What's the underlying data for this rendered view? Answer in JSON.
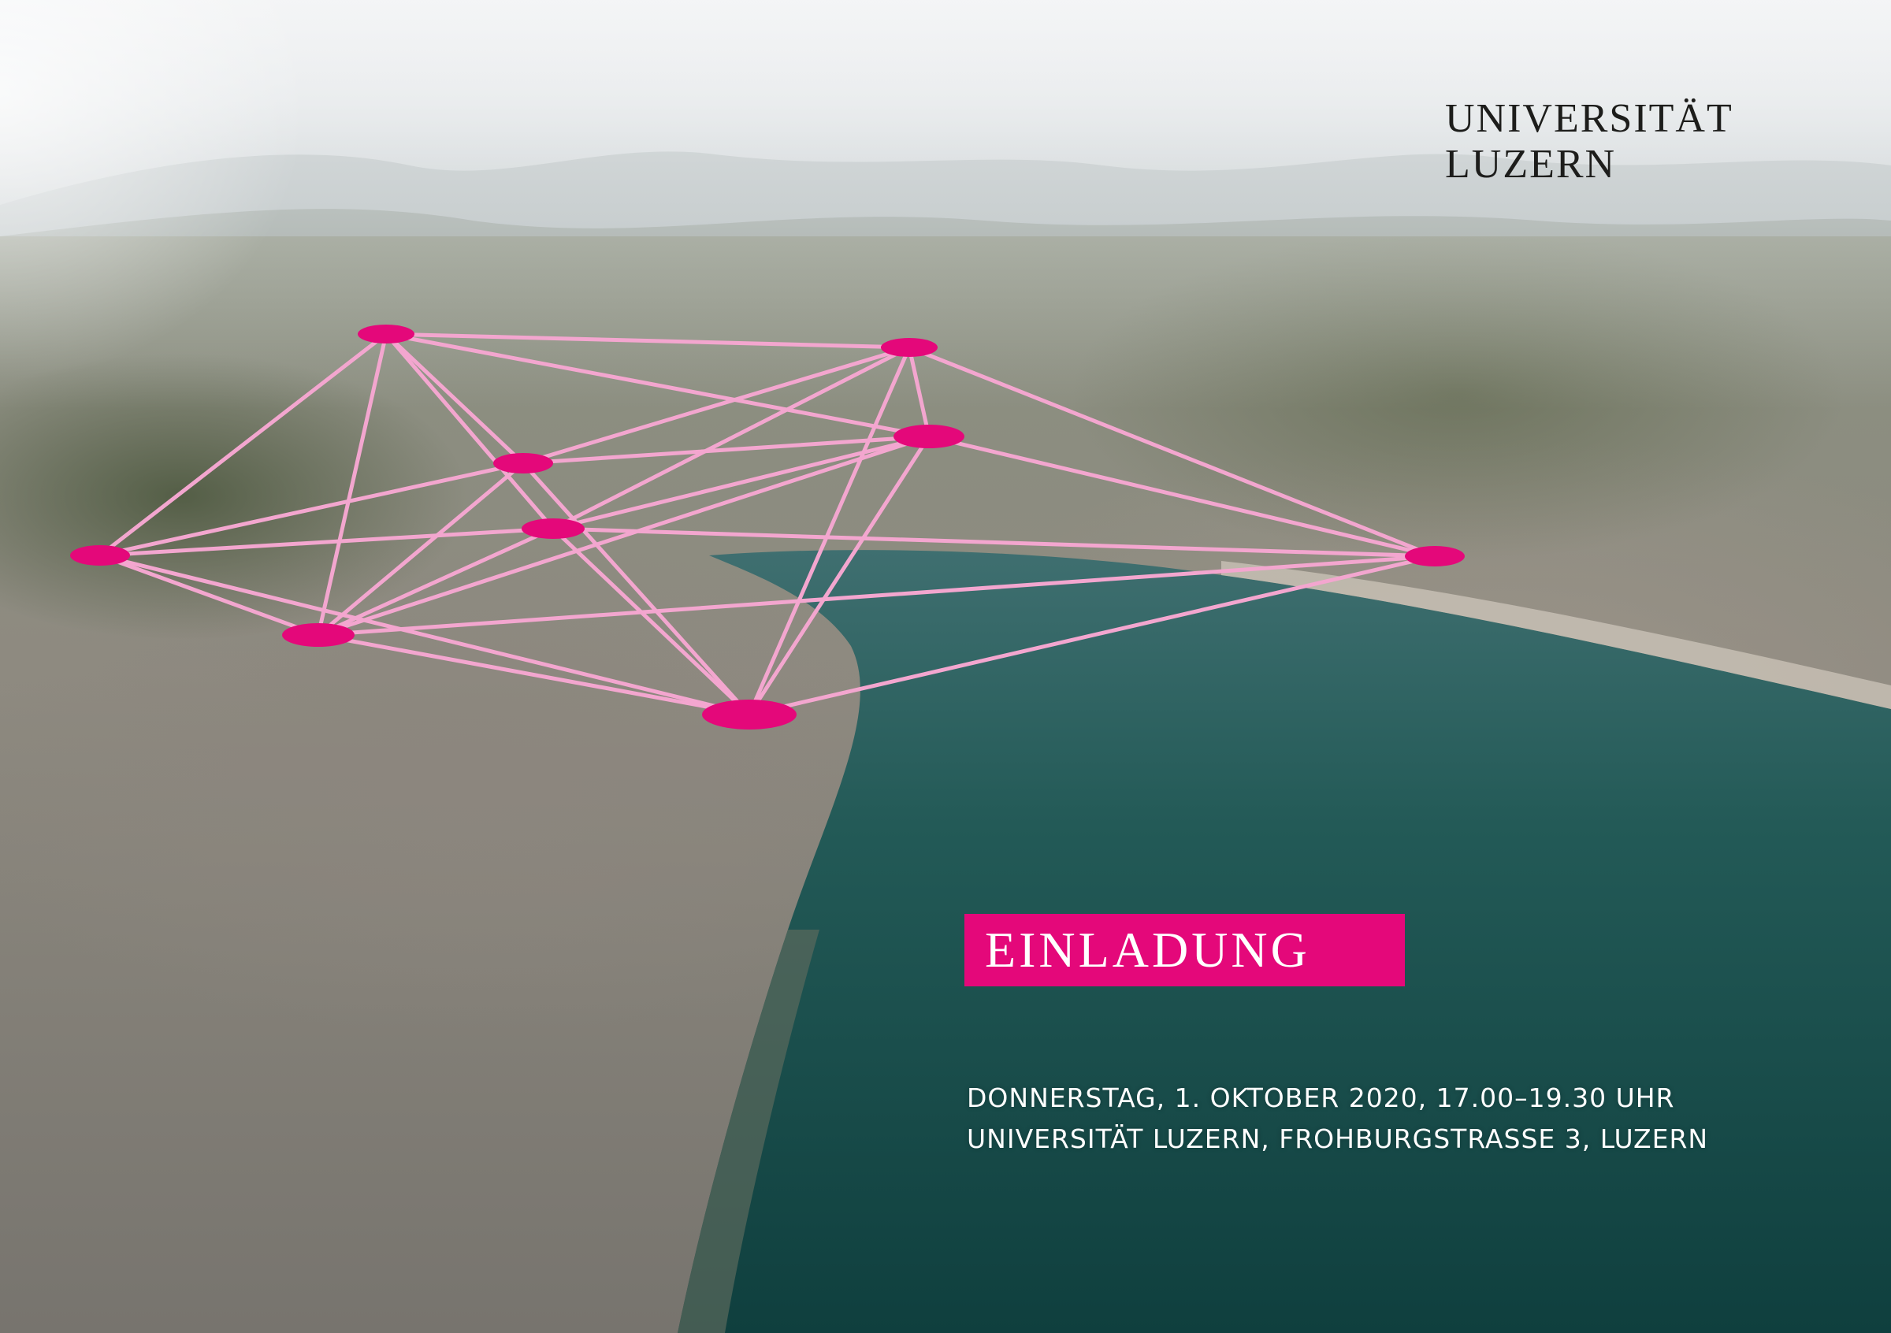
{
  "logo": {
    "line1": "UNIVERSITÄT",
    "line2": "LUZERN"
  },
  "badge": {
    "label": "EINLADUNG"
  },
  "event": {
    "datetime": "DONNERSTAG, 1. OKTOBER 2020, 17.00–19.30 UHR",
    "location": "UNIVERSITÄT LUZERN, FROHBURGSTRASSE 3, LUZERN"
  },
  "colors": {
    "accent": "#e4087a",
    "node": "#e4087a",
    "edge": "#f3a6cf",
    "logo_text": "#1d1d1b",
    "lake": "#1f5a56"
  }
}
